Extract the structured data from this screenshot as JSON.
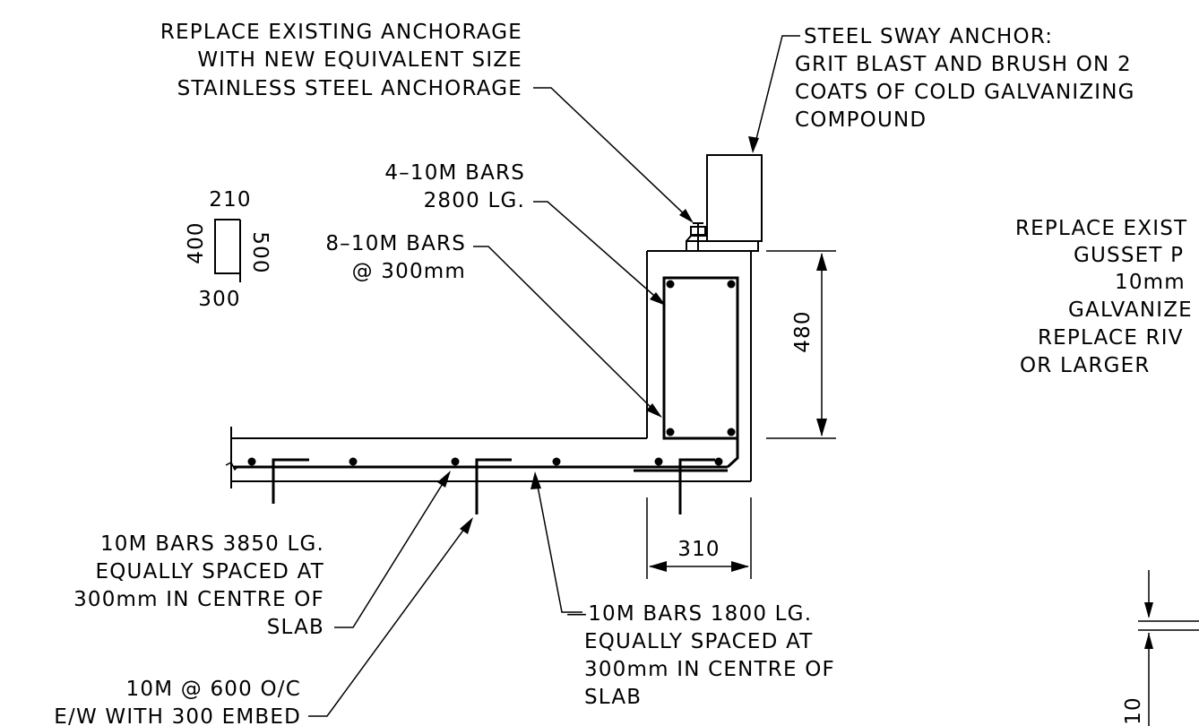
{
  "notes": {
    "anchorage": [
      "REPLACE EXISTING ANCHORAGE",
      "WITH NEW EQUIVALENT SIZE",
      "STAINLESS STEEL ANCHORAGE"
    ],
    "sway_anchor": [
      "STEEL SWAY ANCHOR:",
      "GRIT BLAST AND BRUSH ON 2",
      "COATS OF COLD GALVANIZING",
      "COMPOUND"
    ],
    "gusset": [
      "REPLACE EXIST",
      "GUSSET P",
      "10mm",
      "GALVANIZE",
      "REPLACE RIV",
      "OR LARGER"
    ],
    "bars_top": [
      "4–10M BARS",
      "2800 LG."
    ],
    "bars_stirrup": [
      "8–10M BARS",
      "@ 300mm"
    ],
    "bars_3850": [
      "10M BARS 3850 LG.",
      "EQUALLY SPACED AT",
      "300mm IN CENTRE OF",
      "SLAB"
    ],
    "bars_600": [
      "10M @ 600 O/C",
      "E/W WITH 300 EMBED"
    ],
    "bars_1800": [
      "—10M BARS 1800 LG.",
      "EQUALLY SPACED AT",
      "300mm IN CENTRE OF",
      "SLAB"
    ]
  },
  "stirrup_detail": {
    "top": "210",
    "left": "400",
    "right": "500",
    "bottom": "300"
  },
  "dimensions": {
    "height": "480",
    "width": "310",
    "edge_partial": "10"
  }
}
